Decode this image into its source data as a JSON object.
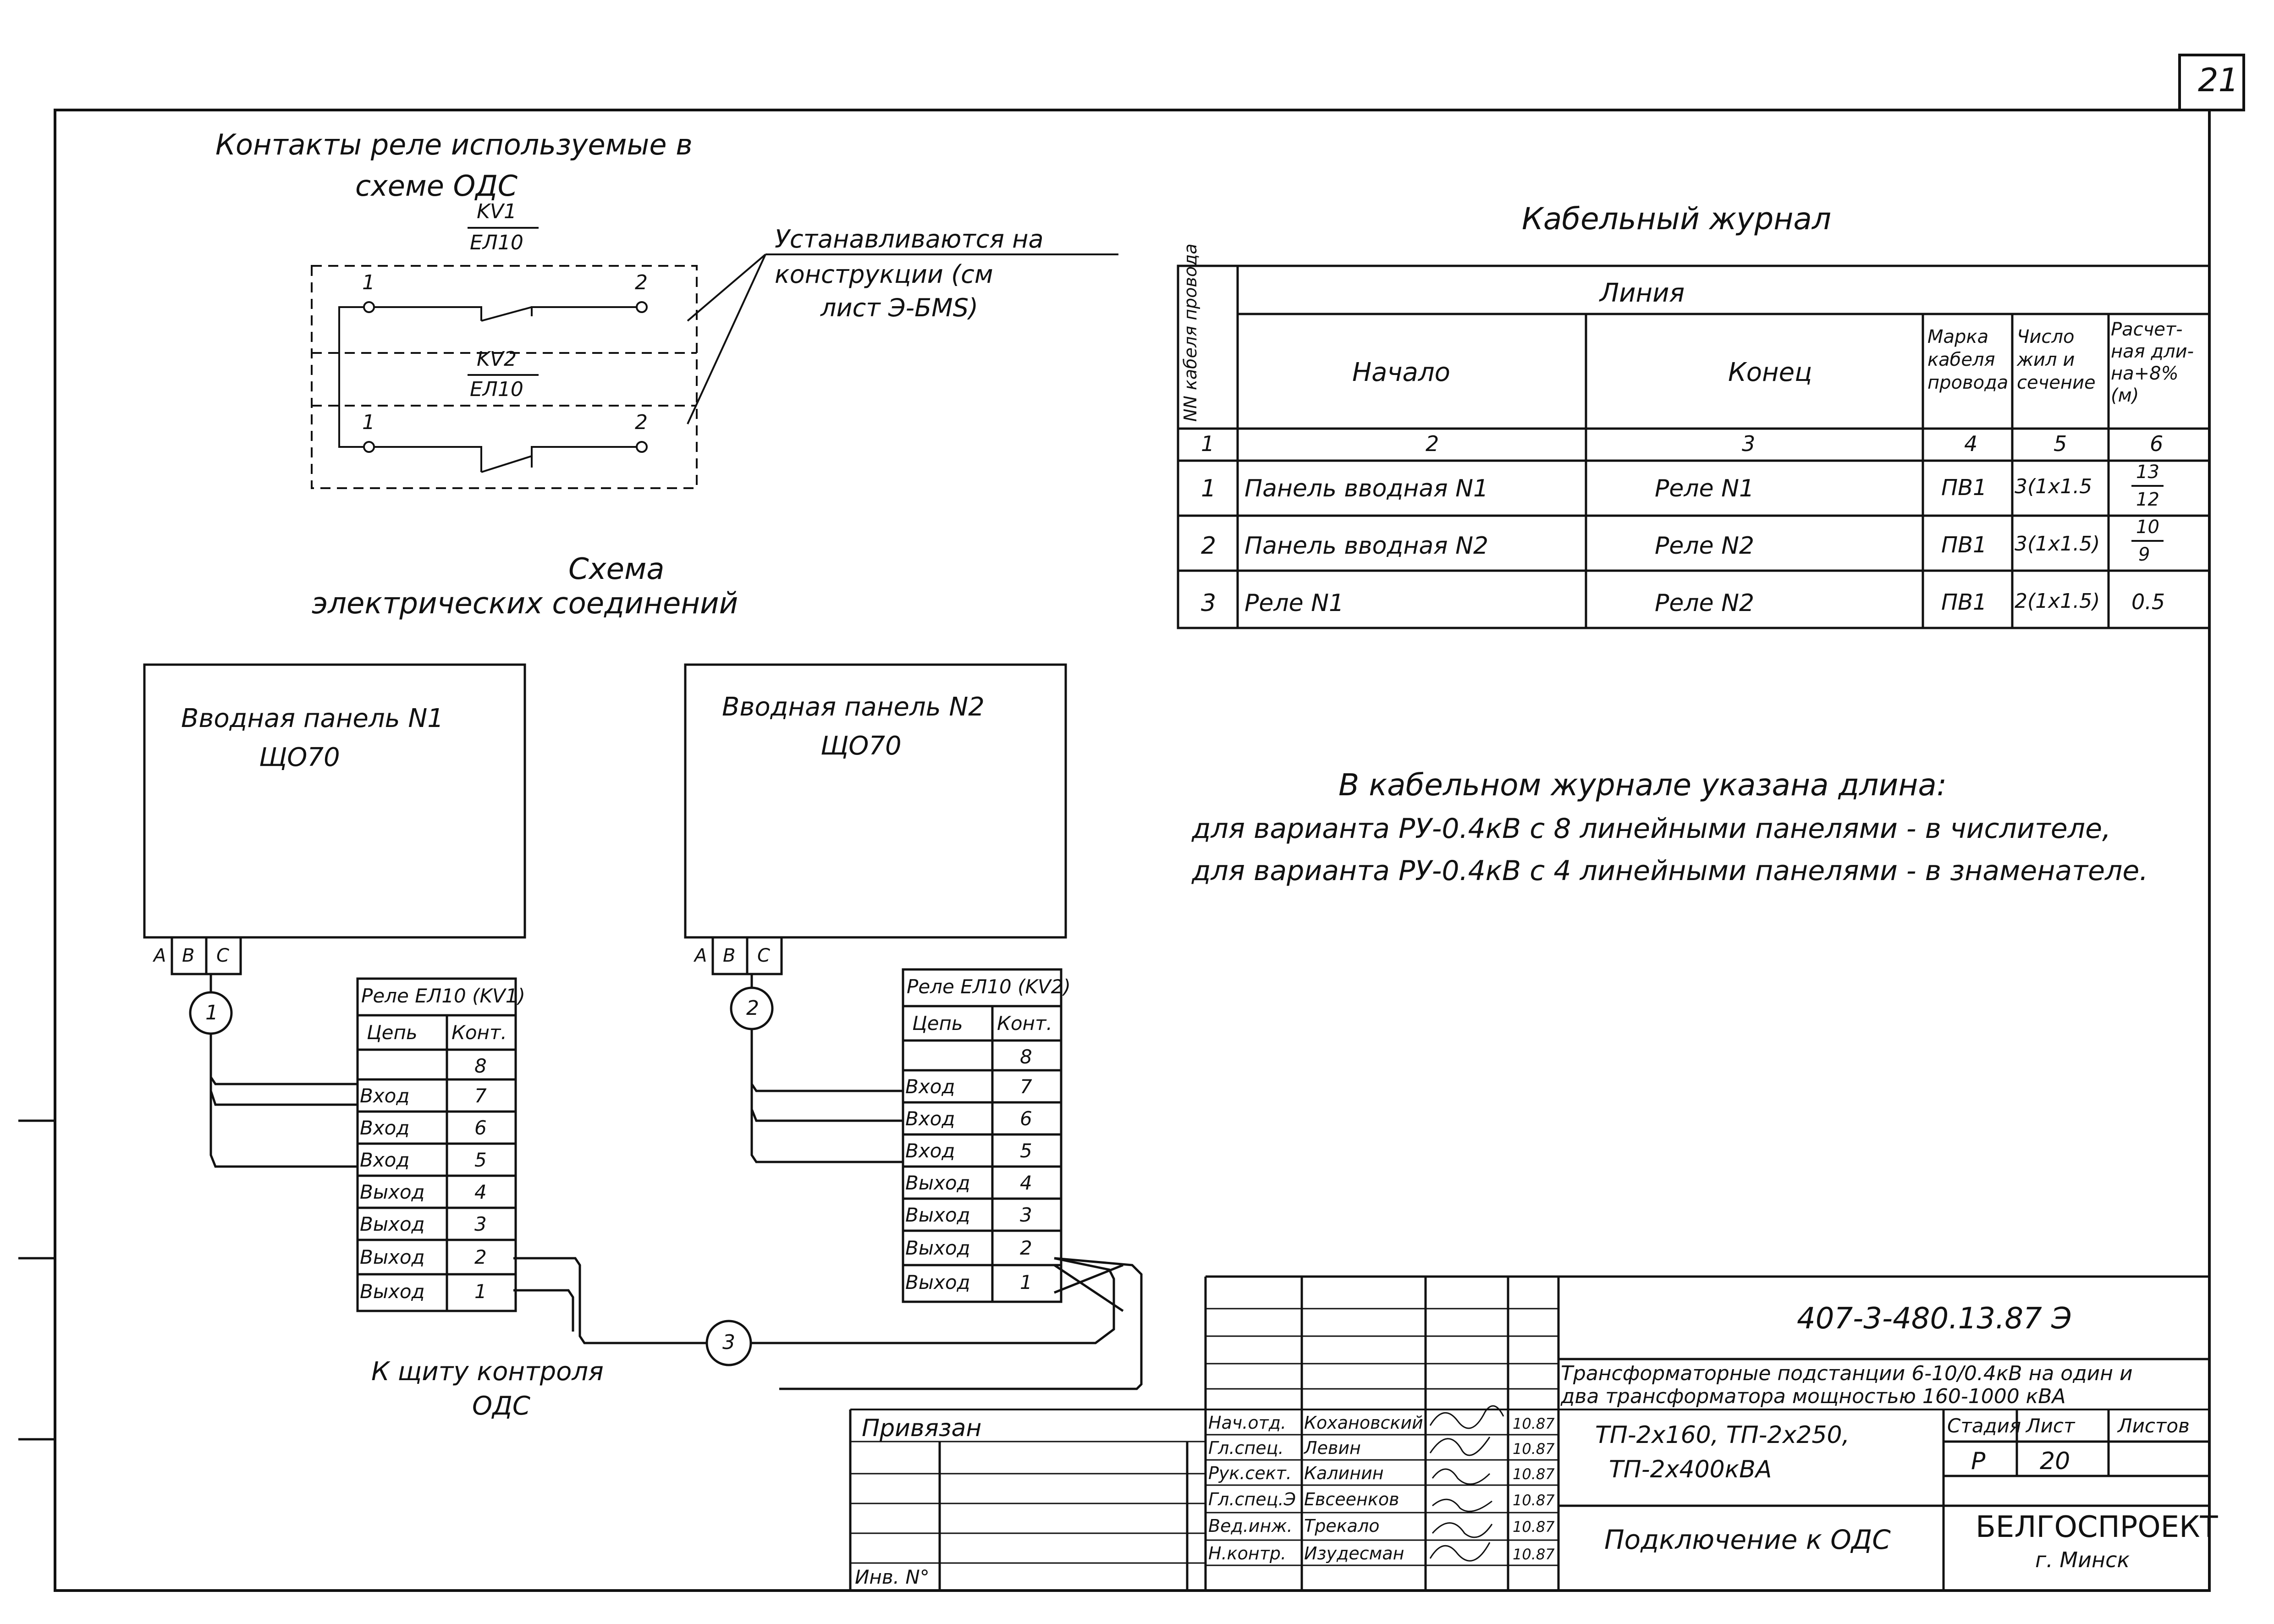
{
  "sheet_number_top": "21",
  "relay_contacts": {
    "title_line1": "Контакты реле используемые в",
    "title_line2": "схеме ОДС",
    "kv1_name": "KV1",
    "kv1_type": "ЕЛ10",
    "kv2_name": "KV2",
    "kv2_type": "ЕЛ10",
    "terminal_1": "1",
    "terminal_2": "2",
    "note_line1": "Устанавливаются на",
    "note_line2": "конструкции (см",
    "note_line3": "лист Э-БМS)"
  },
  "cable_journal": {
    "title": "Кабельный журнал",
    "col_cable_no": "NN кабеля провода",
    "group_line": "Линия",
    "col_start": "Начало",
    "col_end": "Конец",
    "col_mark": [
      "Марка",
      "кабеля",
      "провода"
    ],
    "col_cores": [
      "Число",
      "жил и",
      "сечение"
    ],
    "col_length": [
      "Расчет-",
      "ная дли-",
      "на+8%",
      "(м)"
    ],
    "col_numbers": [
      "1",
      "2",
      "3",
      "4",
      "5",
      "6"
    ],
    "rows": [
      {
        "no": "1",
        "start": "Панель вводная N1",
        "end": "Реле N1",
        "mark": "ПВ1",
        "cores": "3(1x1.5",
        "length_num": "13",
        "length_den": "12"
      },
      {
        "no": "2",
        "start": "Панель вводная N2",
        "end": "Реле N2",
        "mark": "ПВ1",
        "cores": "3(1x1.5)",
        "length_num": "10",
        "length_den": "9"
      },
      {
        "no": "3",
        "start": "Реле N1",
        "end": "Реле N2",
        "mark": "ПВ1",
        "cores": "2(1x1.5)",
        "length": "0.5"
      }
    ]
  },
  "notes": {
    "line1": "В кабельном журнале указана длина:",
    "line2": "для варианта РУ-0.4кВ с 8 линейными панелями - в числителе,",
    "line3": "для варианта РУ-0.4кВ с 4 линейными панелями - в знаменателе."
  },
  "connection_diagram": {
    "title_line1": "Схема",
    "title_line2": "электрических соединений",
    "panel1_line1": "Вводная панель N1",
    "panel1_line2": "ЩО70",
    "panel2_line1": "Вводная панель N2",
    "panel2_line2": "ЩО70",
    "phase_a": "A",
    "phase_b": "B",
    "phase_c": "C",
    "cable1": "1",
    "cable2": "2",
    "cable3": "3",
    "relay1_title": "Реле ЕЛ10 (KV1)",
    "relay2_title": "Реле ЕЛ10 (KV2)",
    "relay_col_circuit": "Цепь",
    "relay_col_contact": "Конт.",
    "relay_rows": [
      {
        "circuit": "",
        "contact": "8"
      },
      {
        "circuit": "Вход",
        "contact": "7"
      },
      {
        "circuit": "Вход",
        "contact": "6"
      },
      {
        "circuit": "Вход",
        "contact": "5"
      },
      {
        "circuit": "Выход",
        "contact": "4"
      },
      {
        "circuit": "Выход",
        "contact": "3"
      },
      {
        "circuit": "Выход",
        "contact": "2"
      },
      {
        "circuit": "Выход",
        "contact": "1"
      }
    ],
    "to_panel_line1": "К щиту контроля",
    "to_panel_line2": "ОДС"
  },
  "title_block": {
    "designation": "407-3-480.13.87 Э",
    "project_line1": "Трансформаторные подстанции 6-10/0.4кВ на один и",
    "project_line2": "два трансформатора мощностью 160-1000 кВА",
    "types_line1": "ТП-2x160, ТП-2x250,",
    "types_line2": "ТП-2x400кВА",
    "sheet_title": "Подключение к ОДС",
    "stage_label": "Стадия",
    "sheet_label": "Лист",
    "sheets_label": "Листов",
    "stage": "Р",
    "sheet": "20",
    "organization": "БЕЛГОСПРОЕКТ",
    "city": "г. Минск",
    "bound_label": "Привязан",
    "inv_label": "Инв. N°",
    "staff": [
      {
        "role": "Нач.отд.",
        "name": "Кохановский",
        "date": "10.87"
      },
      {
        "role": "Гл.спец.",
        "name": "Левин",
        "date": "10.87"
      },
      {
        "role": "Рук.сект.",
        "name": "Калинин",
        "date": "10.87"
      },
      {
        "role": "Гл.спец.Э",
        "name": "Евсеенков",
        "date": "10.87"
      },
      {
        "role": "Вед.инж.",
        "name": "Трекало",
        "date": "10.87"
      },
      {
        "role": "Н.контр.",
        "name": "Изудесман",
        "date": "10.87"
      }
    ]
  }
}
